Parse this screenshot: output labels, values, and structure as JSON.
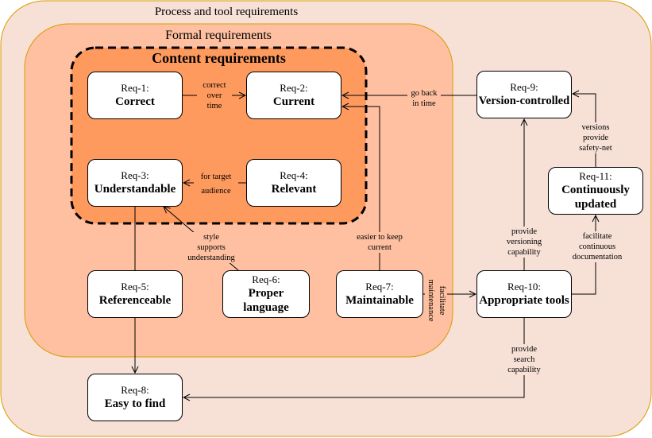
{
  "colors": {
    "process_fill": "#f7e0d6",
    "formal_fill": "#fec0a0",
    "content_fill": "#ff9a5e",
    "group_border": "#d79b00",
    "node_fill": "#ffffff",
    "edge": "#000000"
  },
  "groups": {
    "process": {
      "label": "Process and tool requirements"
    },
    "formal": {
      "label": "Formal requirements"
    },
    "content": {
      "label": "Content requirements"
    }
  },
  "nodes": [
    {
      "id": "Req-1:",
      "name": "Correct"
    },
    {
      "id": "Req-2:",
      "name": "Current"
    },
    {
      "id": "Req-3:",
      "name": "Understandable"
    },
    {
      "id": "Req-4:",
      "name": "Relevant"
    },
    {
      "id": "Req-5:",
      "name": "Referenceable"
    },
    {
      "id": "Req-6:",
      "name": "Proper\nlanguage"
    },
    {
      "id": "Req-7:",
      "name": "Maintainable"
    },
    {
      "id": "Req-8:",
      "name": "Easy to find"
    },
    {
      "id": "Req-9:",
      "name": "Version-controlled"
    },
    {
      "id": "Req-10:",
      "name": "Appropriate tools"
    },
    {
      "id": "Req-11:",
      "name": "Continuously\nupdated"
    }
  ],
  "edges": [
    {
      "from": "Req-1",
      "to": "Req-2",
      "label": "correct\nover\ntime"
    },
    {
      "from": "Req-4",
      "to": "Req-3",
      "label": "for target\naudience"
    },
    {
      "from": "Req-6",
      "to": "Req-3",
      "label": "style\nsupports\nunderstanding"
    },
    {
      "from": "Req-9",
      "to": "Req-2",
      "label": "go back\nin time"
    },
    {
      "from": "Req-7",
      "to": "Req-2",
      "label": "easier to keep\ncurrent"
    },
    {
      "from": "Req-5",
      "to": "Req-8",
      "label": ""
    },
    {
      "from": "Req-7",
      "to": "Req-10",
      "label": "facilitate\nmaintenance"
    },
    {
      "from": "Req-10",
      "to": "Req-9",
      "label": "provide\nversioning\ncapability"
    },
    {
      "from": "Req-10",
      "to": "Req-11",
      "label": "facilitate\ncontinuous\ndocumentation"
    },
    {
      "from": "Req-11",
      "to": "Req-9",
      "label": "versions\nprovide\nsafety-net"
    },
    {
      "from": "Req-10",
      "to": "Req-8",
      "label": "provide\nsearch\ncapability"
    }
  ]
}
